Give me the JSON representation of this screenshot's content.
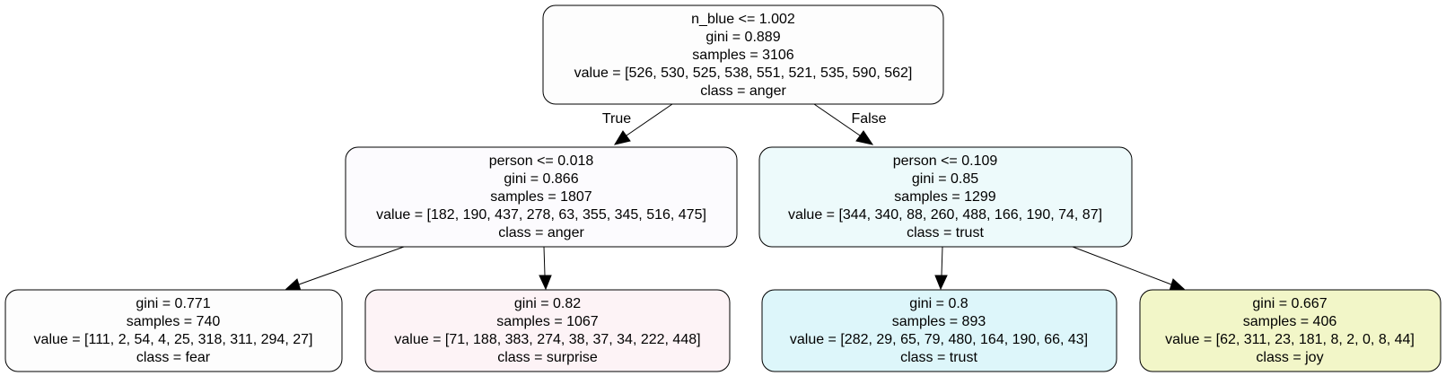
{
  "nodes": {
    "root": {
      "lines": [
        "n_blue <= 1.002",
        "gini = 0.889",
        "samples = 3106",
        "value = [526, 530, 525, 538, 551, 521, 535, 590, 562]",
        "class = anger"
      ],
      "fill": "#fdfdfd"
    },
    "left": {
      "lines": [
        "person <= 0.018",
        "gini = 0.866",
        "samples = 1807",
        "value = [182, 190, 437, 278, 63, 355, 345, 516, 475]",
        "class = anger"
      ],
      "fill": "#fcfbfe"
    },
    "right": {
      "lines": [
        "person <= 0.109",
        "gini = 0.85",
        "samples = 1299",
        "value = [344, 340, 88, 260, 488, 166, 190, 74, 87]",
        "class = trust"
      ],
      "fill": "#edfafb"
    },
    "leaf_fear": {
      "lines": [
        "gini = 0.771",
        "samples = 740",
        "value = [111, 2, 54, 4, 25, 318, 311, 294, 27]",
        "class = fear"
      ],
      "fill": "#fdfdfd"
    },
    "leaf_surprise": {
      "lines": [
        "gini = 0.82",
        "samples = 1067",
        "value = [71, 188, 383, 274, 38, 37, 34, 222, 448]",
        "class = surprise"
      ],
      "fill": "#fdf3f6"
    },
    "leaf_trust": {
      "lines": [
        "gini = 0.8",
        "samples = 893",
        "value = [282, 29, 65, 79, 480, 164, 190, 66, 43]",
        "class = trust"
      ],
      "fill": "#ddf6fa"
    },
    "leaf_joy": {
      "lines": [
        "gini = 0.667",
        "samples = 406",
        "value = [62, 311, 23, 181, 8, 2, 0, 8, 44]",
        "class = joy"
      ],
      "fill": "#f2f6c8"
    }
  },
  "edge_labels": {
    "true_label": "True",
    "false_label": "False"
  }
}
